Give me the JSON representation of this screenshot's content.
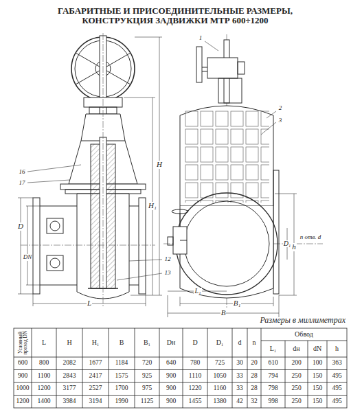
{
  "diagram": {
    "title": "ГАБАРИТНЫЕ И ПРИСОЕДИНИТЕЛЬНЫЕ РАЗМЕРЫ, КОНСТРУКЦИЯ ЗАДВИЖКИ МТР 600÷1200",
    "labels": [
      "H",
      "H₁",
      "L",
      "D",
      "DN",
      "D₁",
      "B",
      "B₁",
      "L₁",
      "h",
      "n отв. d",
      "1",
      "2",
      "3",
      "12",
      "13",
      "16",
      "17",
      "Размеры в миллиметрах",
      "Условный проход DN",
      "L",
      "H",
      "H₁",
      "B",
      "B₁",
      "Dн",
      "D",
      "D₁",
      "d",
      "n",
      "Обвод",
      "L₁",
      "dн",
      "dN",
      "h",
      "600",
      "800",
      "2082",
      "1677",
      "1184",
      "720",
      "640",
      "780",
      "725",
      "30",
      "20",
      "610",
      "200",
      "100",
      "363",
      "900",
      "1100",
      "2843",
      "2417",
      "1575",
      "925",
      "900",
      "1110",
      "1050",
      "33",
      "28",
      "794",
      "250",
      "150",
      "495",
      "1000",
      "1200",
      "3177",
      "2527",
      "1700",
      "975",
      "900",
      "1220",
      "1160",
      "33",
      "28",
      "798",
      "250",
      "150",
      "495",
      "1200",
      "1400",
      "3984",
      "3194",
      "1990",
      "1125",
      "900",
      "1455",
      "1380",
      "42",
      "32",
      "998",
      "250",
      "150",
      "495"
    ]
  }
}
